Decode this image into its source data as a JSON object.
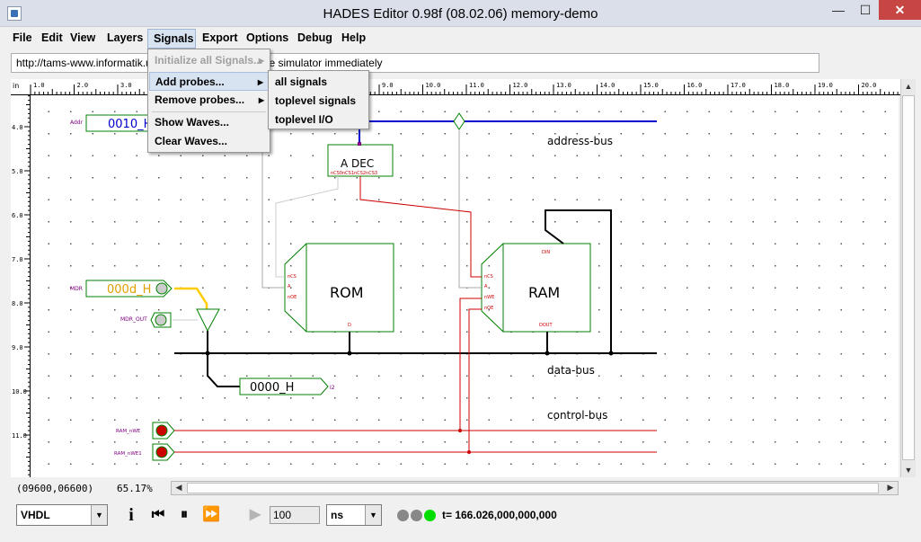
{
  "window": {
    "title": "HADES Editor 0.98f (08.02.06)   memory-demo",
    "minimize_glyph": "—",
    "maximize_glyph": "☐",
    "close_glyph": "✕"
  },
  "menubar": [
    "File",
    "Edit",
    "View",
    "Layers",
    "Signals",
    "Export",
    "Options",
    "Debug",
    "Help"
  ],
  "status_field": {
    "text": "http://tams-www.informatik.uni-hamburg.de  ... start the simulator immediately"
  },
  "signals_menu": {
    "items": [
      {
        "label": "Initialize all Signals...",
        "disabled": true,
        "submenu": true
      },
      {
        "label": "Add probes...",
        "disabled": false,
        "submenu": true,
        "highlighted": true
      },
      {
        "label": "Remove probes...",
        "disabled": false,
        "submenu": true
      },
      {
        "label": "Show Waves...",
        "disabled": false,
        "submenu": false
      },
      {
        "label": "Clear Waves...",
        "disabled": false,
        "submenu": false
      }
    ]
  },
  "probes_submenu": {
    "items": [
      "all signals",
      "toplevel signals",
      "toplevel I/O"
    ]
  },
  "ruler": {
    "unit": "in",
    "h_labels": [
      "1.0",
      "2.0",
      "3.0",
      "4.0",
      "5.0",
      "6.0",
      "7.0",
      "8.0",
      "9.0",
      "10.0",
      "11.0",
      "12.0",
      "13.0",
      "14.0",
      "15.0",
      "16.0",
      "17.0",
      "18.0",
      "19.0",
      "20.0"
    ],
    "v_labels": [
      "4.0",
      "5.0",
      "6.0",
      "7.0",
      "8.0",
      "9.0",
      "10.0",
      "11.0"
    ]
  },
  "schematic": {
    "components": {
      "rom_label": "ROM",
      "ram_label": "RAM",
      "adec_label": "A DEC",
      "adec_pins": "nCS0nCS1nCS2nCS3",
      "rom_pins": [
        "nCS",
        "A",
        "nOE",
        "D"
      ],
      "ram_pins": [
        "nCS",
        "A",
        "nWE",
        "nOE",
        "DIN",
        "DOUT"
      ]
    },
    "signals": {
      "addr_label": "Addr",
      "addr_value": "0010_H",
      "mdr_label": "MDR",
      "mdr_value": "000d_H",
      "mdr_out_label": "MDR_OUT",
      "out_value": "0000_H",
      "out_suffix": "I2",
      "ram_nwe_label": "RAM_nWE",
      "ram_nwe1_label": "RAM_nWE1"
    },
    "bus_labels": {
      "address": "address-bus",
      "data": "data-bus",
      "control": "control-bus"
    }
  },
  "statusbar": {
    "coords": "(09600,06600)",
    "zoom": "65.17%"
  },
  "toolbar": {
    "language": "VHDL",
    "info_glyph": "i",
    "rewind_glyph": "⏮",
    "pause_glyph": "⏸",
    "fast_forward_glyph": "⏩",
    "play_glyph": "▶",
    "step_value": "100",
    "time_unit": "ns",
    "sim_time": "t= 166.026,000,000,000"
  },
  "colors": {
    "address_bus": "#0000cc",
    "control": "#cc0000",
    "ttl_wire": "#ffcc00",
    "component_outline": "#008000",
    "signal_label": "#800080",
    "led_green": "#00dd00",
    "led_gray": "#888888"
  }
}
